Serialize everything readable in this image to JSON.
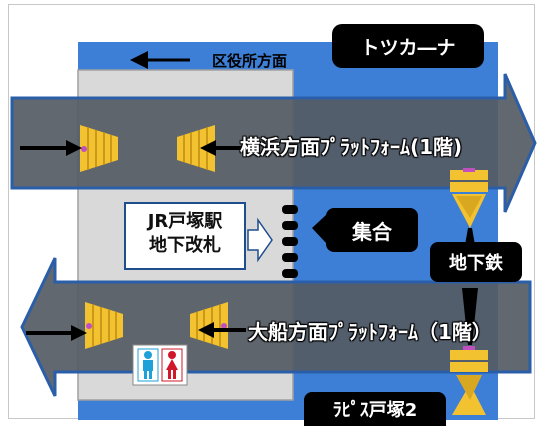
{
  "labels": {
    "totsukana": "トツカ―ナ",
    "direction_ward": "区役所方面",
    "platform_yokohama": "横浜方面ﾌﾟﾗｯﾄﾌｫｰﾑ(1階)",
    "gate_line1": "JR戸塚駅",
    "gate_line2": "地下改札",
    "meeting_point": "集合",
    "subway": "地下鉄",
    "platform_ofuna": "大船方面ﾌﾟﾗｯﾄﾌｫｰﾑ（1階）",
    "lapis": "ﾗﾋﾟｽ戸塚2"
  },
  "colors": {
    "outer_blue": "#3d7fd6",
    "station_gray": "#d9d9d9",
    "platform_band": "#555b63",
    "platform_edge": "#2b5ea8",
    "stairs_yellow": "#f2c230",
    "toilet_male": "#1ea0d8",
    "toilet_female": "#d0182a"
  },
  "icons": [
    "left-arrow-icon",
    "stairs-icon",
    "escalator-icon",
    "toilet-icon",
    "black-arrow-icon"
  ]
}
